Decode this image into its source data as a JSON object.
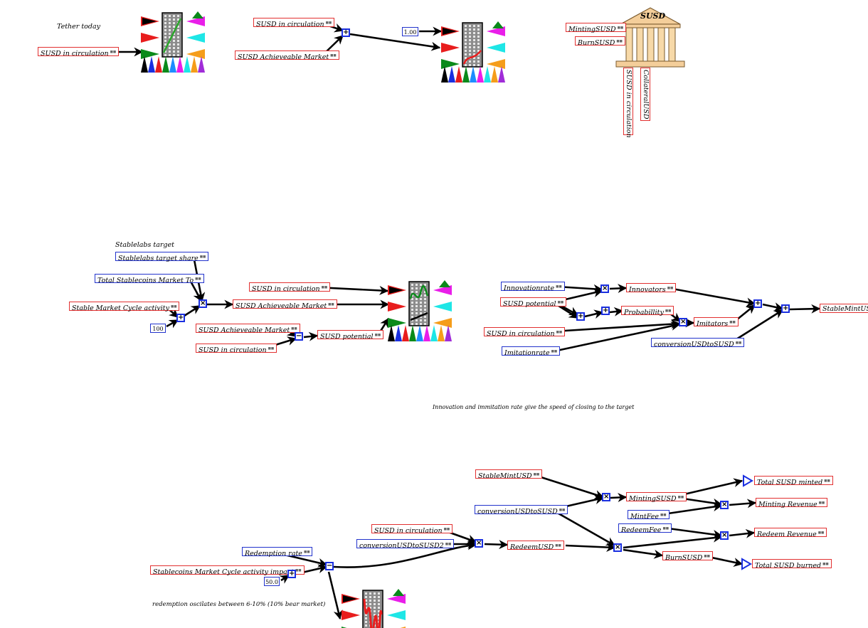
{
  "annotations": {
    "tether_today": "Tether today",
    "stablelabs_target": "Stablelabs target",
    "innovation_note": "Innovation and immitation rate give the speed of closing to the target",
    "redemption_note": "redemption oscilates between 6-10% (10% bear market)",
    "bank_title": "SUSD"
  },
  "nodes": {
    "s_circ_1": "SUSD in circulation",
    "s_circ_2": "SUSD in circulation",
    "s_achv_1": "SUSD Achieveable Market",
    "const_1": "1.00",
    "minting_susd_bank": "MintingSUSD",
    "burn_susd_bank": "BurnSUSD",
    "s_circ_bank": "SUSD in circulation",
    "collateral_usd": "CollateralUSD",
    "stablelabs_share": "Stablelabs target share",
    "total_stable_market": "Total Stablecoins Market To",
    "stable_cycle": "Stable Market Cycle activity",
    "const_100": "100",
    "s_circ_3": "SUSD in circulation",
    "s_achv_2": "SUSD Achieveable Market",
    "s_achv_3": "SUSD Achieveable Market",
    "s_circ_4": "SUSD in circulation",
    "susd_potential": "SUSD potential",
    "innovation_rate": "Innovationrate",
    "susd_potential_2": "SUSD potential",
    "s_circ_5": "SUSD in circulation",
    "imitation_rate": "Imitationrate",
    "innovators": "Innovators",
    "probability": "Probabillity",
    "imitators": "Imitators",
    "conversion_usd_susd": "conversionUSDtoSUSD",
    "stable_mint_usd": "StableMintUSD",
    "stable_mint_usd_2": "StableMintUSD",
    "conversion_usd_susd_2": "conversionUSDtoSUSD",
    "minting_susd": "MintingSUSD",
    "total_minted": "Total SUSD minted",
    "mint_fee": "MintFee",
    "minting_revenue": "Minting Revenue",
    "redeem_fee": "RedeemFee",
    "redeem_revenue": "Redeem Revenue",
    "s_circ_6": "SUSD in circulation",
    "conversion_usd_susd2": "conversionUSDtoSUSD2",
    "redeem_usd": "RedeemUSD",
    "burn_susd": "BurnSUSD",
    "total_burned": "Total SUSD burned",
    "redemption_rate": "Redemption rate",
    "cycle_impact": "Stablecoins Market Cycle activity impact",
    "const_50": "50.0"
  },
  "colors": {
    "output_border": "#e23030",
    "input_border": "#2233cc",
    "operator": "#1a2fe0",
    "arrow": "#000000"
  },
  "icons": [
    "graph-widget-icon",
    "bank-building-icon",
    "operator-add-icon",
    "operator-multiply-icon",
    "operator-subtract-icon",
    "integrator-triangle-icon"
  ]
}
